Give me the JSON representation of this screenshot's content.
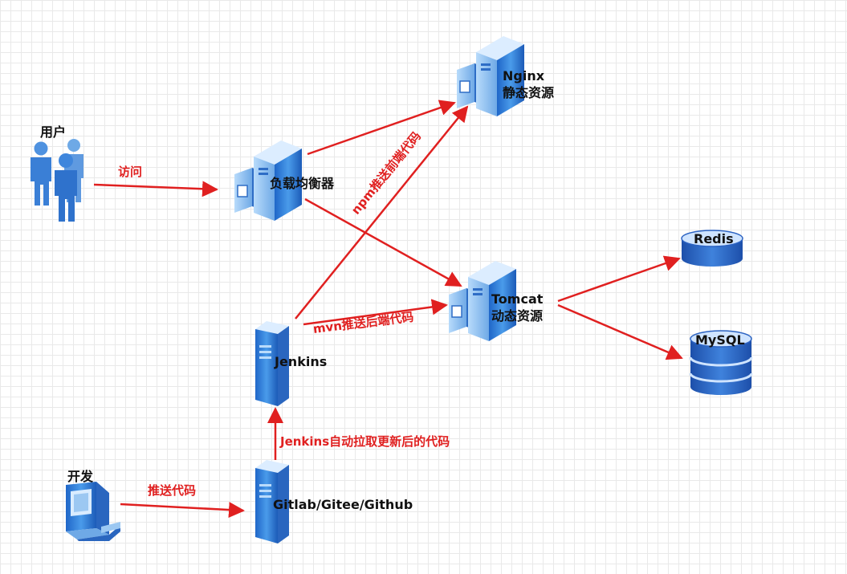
{
  "colors": {
    "edge": "#e02020",
    "server_front": "#2f7fd8",
    "server_side": "#9cc8f2",
    "server_top": "#d6ebff",
    "db_body": "#2c63c2",
    "db_top": "#cde3ff"
  },
  "nodes": {
    "users": {
      "label": "用户",
      "icon": "users-icon"
    },
    "lb": {
      "label": "负载均衡器",
      "icon": "server-cluster-icon"
    },
    "nginx": {
      "label": "Nginx\n静态资源",
      "icon": "server-cluster-icon"
    },
    "tomcat": {
      "label": "Tomcat\n动态资源",
      "icon": "server-cluster-icon"
    },
    "redis": {
      "label": "Redis",
      "icon": "database-icon"
    },
    "mysql": {
      "label": "MySQL",
      "icon": "database-icon"
    },
    "jenkins": {
      "label": "Jenkins",
      "icon": "server-icon"
    },
    "dev": {
      "label": "开发",
      "icon": "workstation-icon"
    },
    "git": {
      "label": "Gitlab/Gitee/Github",
      "icon": "server-icon"
    }
  },
  "edges": {
    "visit": "访问",
    "npm": "npm推送前端代码",
    "mvn": "mvn推送后端代码",
    "pull": "Jenkins自动拉取更新后的代码",
    "push": "推送代码"
  }
}
